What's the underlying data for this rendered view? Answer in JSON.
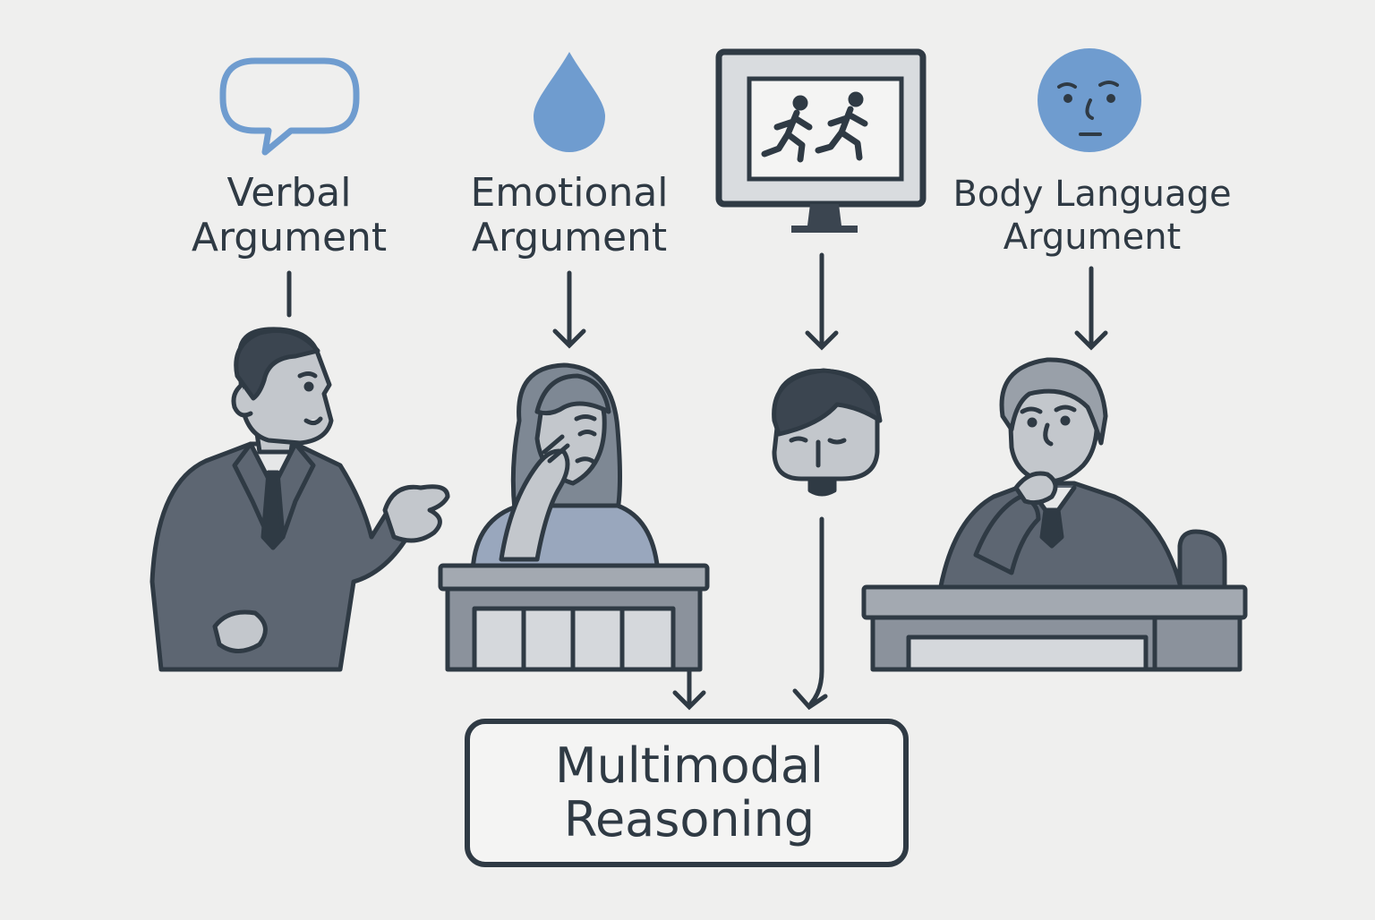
{
  "colors": {
    "background": "#efefee",
    "outline": "#2f3a44",
    "accent_blue": "#6f9ccf",
    "suit_dark": "#5d6672",
    "suit_mid": "#7e8894",
    "skin": "#c3c7cc",
    "furniture": "#a3a9b1"
  },
  "inputs": [
    {
      "icon": "speech-bubble-icon",
      "line1": "Verbal",
      "line2": "Argument"
    },
    {
      "icon": "water-drop-icon",
      "line1": "Emotional",
      "line2": "Argument"
    },
    {
      "icon": "monitor-running-figures-icon"
    },
    {
      "icon": "face-icon",
      "line1": "Body Language",
      "line2": "Argument"
    }
  ],
  "figures": [
    "lawyer-gesturing",
    "crying-witness",
    "robot-head",
    "thinking-judge"
  ],
  "output": {
    "line1": "Multimodal",
    "line2": "Reasoning"
  }
}
